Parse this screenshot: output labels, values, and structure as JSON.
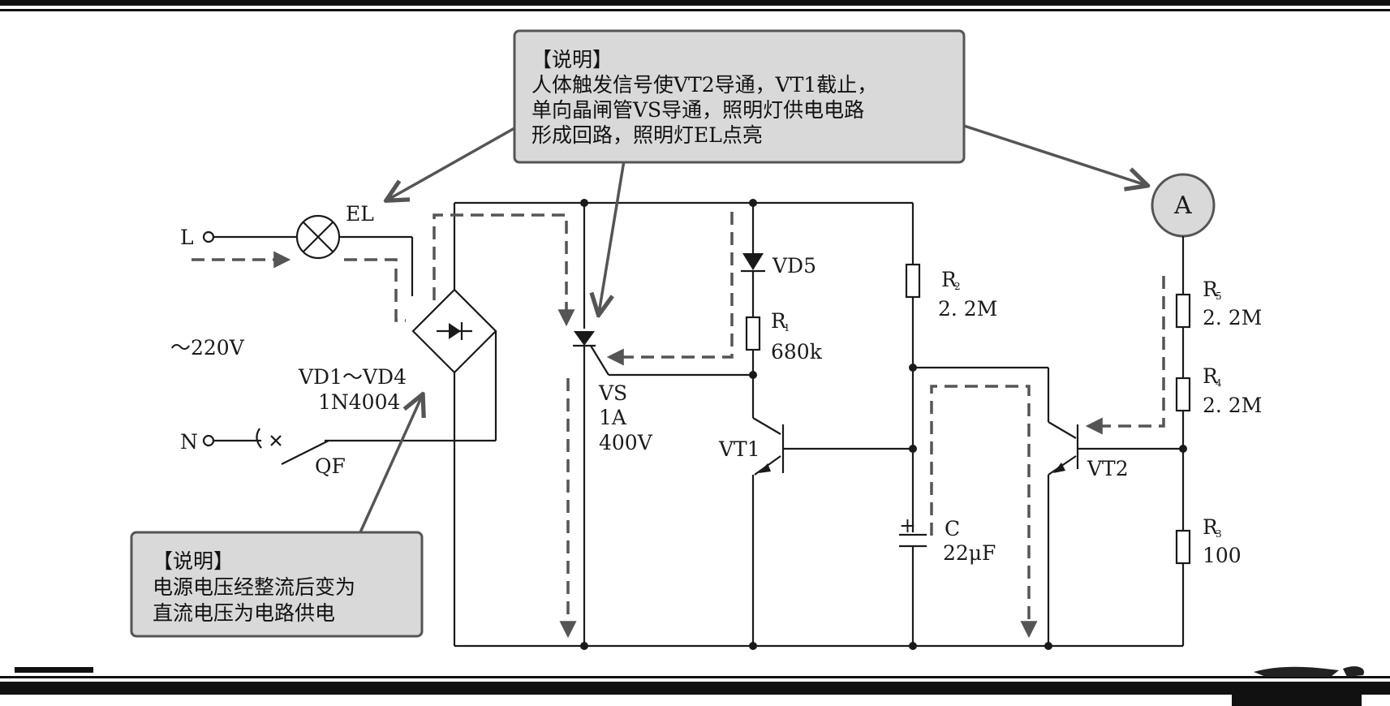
{
  "notes": {
    "top": {
      "title": "【说明】",
      "lines": [
        "人体触发信号使VT2导通，VT1截止，",
        "单向晶闸管VS导通，照明灯供电电路",
        "形成回路，照明灯EL点亮"
      ]
    },
    "bottom": {
      "title": "【说明】",
      "lines": [
        "电源电压经整流后变为",
        "直流电压为电路供电"
      ]
    }
  },
  "labels": {
    "L": "L",
    "N": "N",
    "EL": "EL",
    "voltage": "～220V",
    "bridge_name": "VD1～VD4",
    "bridge_part": "1N4004",
    "QF": "QF",
    "VS_name": "VS",
    "VS_current": "1A",
    "VS_voltage": "400V",
    "VD5": "VD5",
    "R1_name": "R",
    "R1_sub": "1",
    "R1_value": "680k",
    "VT1": "VT1",
    "R2_name": "R",
    "R2_sub": "2",
    "R2_value": "2. 2M",
    "C_name": "C",
    "C_value": "22μF",
    "C_plus": "+",
    "VT2": "VT2",
    "A": "A",
    "R5_name": "R",
    "R5_sub": "5",
    "R5_value": "2. 2M",
    "R4_name": "R",
    "R4_sub": "4",
    "R4_value": "2. 2M",
    "R3_name": "R",
    "R3_sub": "3",
    "R3_value": "100"
  },
  "colors": {
    "wire": "#1a1a1a",
    "current_path": "#555555",
    "note_fill": "#d9d9d9",
    "note_border": "#555555"
  }
}
